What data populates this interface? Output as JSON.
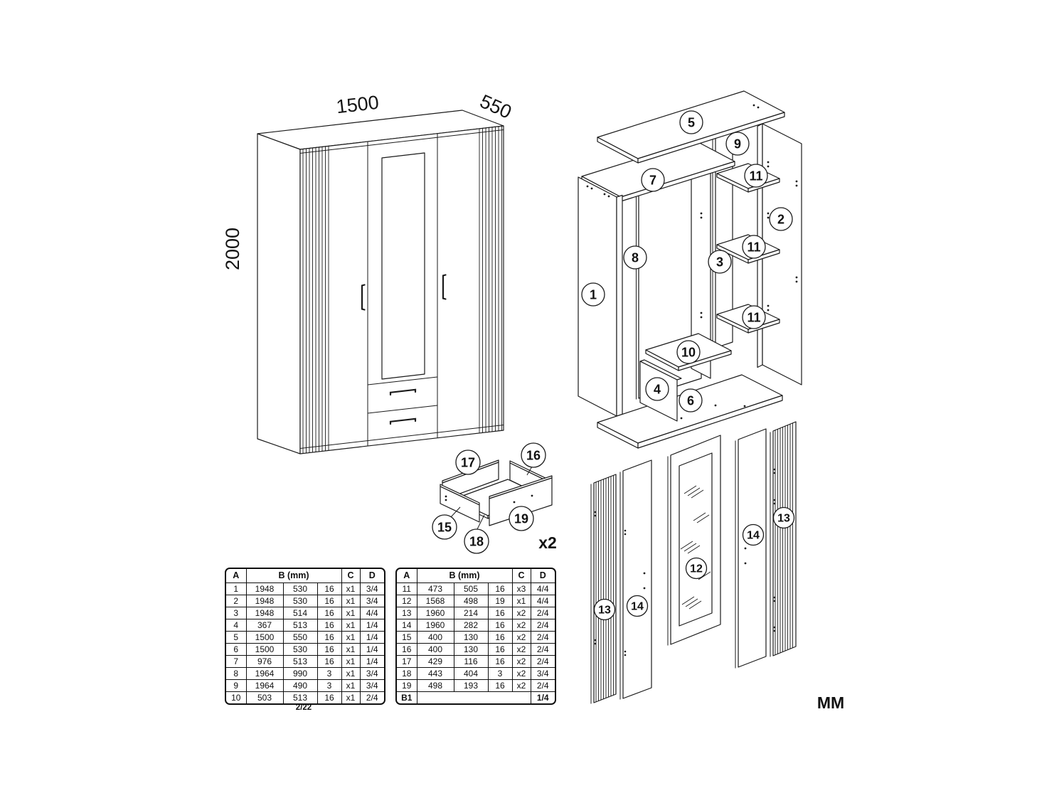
{
  "page": {
    "page_number": "2/22",
    "units_label": "MM"
  },
  "front_view": {
    "width_label": "1500",
    "depth_label": "550",
    "height_label": "2000"
  },
  "exploded_view": {
    "labels": {
      "l5": "5",
      "l9": "9",
      "l7": "7",
      "l11a": "11",
      "l2": "2",
      "l11b": "11",
      "l8": "8",
      "l3": "3",
      "l1": "1",
      "l11c": "11",
      "l10": "10",
      "l4": "4",
      "l6": "6"
    }
  },
  "drawer_view": {
    "labels": {
      "l17": "17",
      "l16": "16",
      "l15": "15",
      "l18": "18",
      "l19": "19"
    },
    "quantity_label": "x2"
  },
  "panels_view": {
    "labels": {
      "l13a": "13",
      "l14a": "14",
      "l12": "12",
      "l14b": "14",
      "l13b": "13"
    }
  },
  "tables": {
    "headers": {
      "a": "A",
      "b": "B (mm)",
      "c": "C",
      "d": "D"
    },
    "table1": {
      "rows": [
        [
          "1",
          "1948",
          "530",
          "16",
          "x1",
          "3/4"
        ],
        [
          "2",
          "1948",
          "530",
          "16",
          "x1",
          "3/4"
        ],
        [
          "3",
          "1948",
          "514",
          "16",
          "x1",
          "4/4"
        ],
        [
          "4",
          "367",
          "513",
          "16",
          "x1",
          "1/4"
        ],
        [
          "5",
          "1500",
          "550",
          "16",
          "x1",
          "1/4"
        ],
        [
          "6",
          "1500",
          "530",
          "16",
          "x1",
          "1/4"
        ],
        [
          "7",
          "976",
          "513",
          "16",
          "x1",
          "1/4"
        ],
        [
          "8",
          "1964",
          "990",
          "3",
          "x1",
          "3/4"
        ],
        [
          "9",
          "1964",
          "490",
          "3",
          "x1",
          "3/4"
        ],
        [
          "10",
          "503",
          "513",
          "16",
          "x1",
          "2/4"
        ]
      ]
    },
    "table2": {
      "rows": [
        [
          "11",
          "473",
          "505",
          "16",
          "x3",
          "4/4"
        ],
        [
          "12",
          "1568",
          "498",
          "19",
          "x1",
          "4/4"
        ],
        [
          "13",
          "1960",
          "214",
          "16",
          "x2",
          "2/4"
        ],
        [
          "14",
          "1960",
          "282",
          "16",
          "x2",
          "2/4"
        ],
        [
          "15",
          "400",
          "130",
          "16",
          "x2",
          "2/4"
        ],
        [
          "16",
          "400",
          "130",
          "16",
          "x2",
          "2/4"
        ],
        [
          "17",
          "429",
          "116",
          "16",
          "x2",
          "2/4"
        ],
        [
          "18",
          "443",
          "404",
          "3",
          "x2",
          "3/4"
        ],
        [
          "19",
          "498",
          "193",
          "16",
          "x2",
          "2/4"
        ]
      ],
      "b1_row": {
        "a": "B1",
        "d": "1/4"
      }
    }
  },
  "colors": {
    "line_color": "#1a1a1a",
    "background": "#ffffff"
  }
}
